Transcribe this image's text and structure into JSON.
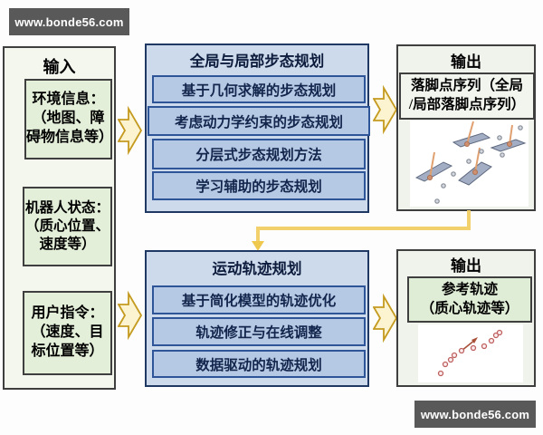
{
  "watermark_top": "www.bonde56.com",
  "watermark_bottom": "www.bonde56.com",
  "input": {
    "title": "输入",
    "items": [
      "环境信息：\n（地图、障\n碍物信息等）",
      "机器人状态：\n（质心位置、\n速度等）",
      "用户指令：\n（速度、目\n标位置等）"
    ]
  },
  "gait_planning": {
    "title": "全局与局部步态规划",
    "items": [
      "基于几何求解的步态规划",
      "考虑动力学约束的步态规划",
      "分层式步态规划方法",
      "学习辅助的步态规划"
    ]
  },
  "trajectory_planning": {
    "title": "运动轨迹规划",
    "items": [
      "基于简化模型的轨迹优化",
      "轨迹修正与在线调整",
      "数据驱动的轨迹规划"
    ]
  },
  "output_top": {
    "title": "输出",
    "label": "落脚点序列（全局\n/局部落脚点序列）",
    "figure": "footstep-sequence-figure"
  },
  "output_bottom": {
    "title": "输出",
    "label": "参考轨迹\n（质心轨迹等）",
    "figure": "reference-trajectory-figure"
  },
  "icons": {
    "flow_arrow": "notched-right-block-arrow",
    "connector_arrow": "elbow-down-arrow"
  },
  "colors": {
    "middle_block_bg": "#cddaeb",
    "middle_item_bg": "#b6c9e4",
    "middle_border": "#1f3864",
    "middle_item_border": "#2e5597",
    "input_bg": "#f3f7ee",
    "input_item_bg": "#e3efd8",
    "output_bg": "#f0f2ec",
    "output_green_bg": "#e0edd6",
    "neutral_border": "#3f3f3f",
    "arrow_fill": "#fcf3d0",
    "arrow_border": "#c49a1f",
    "connector": "#f2d06b",
    "watermark_bg": "#595959"
  }
}
